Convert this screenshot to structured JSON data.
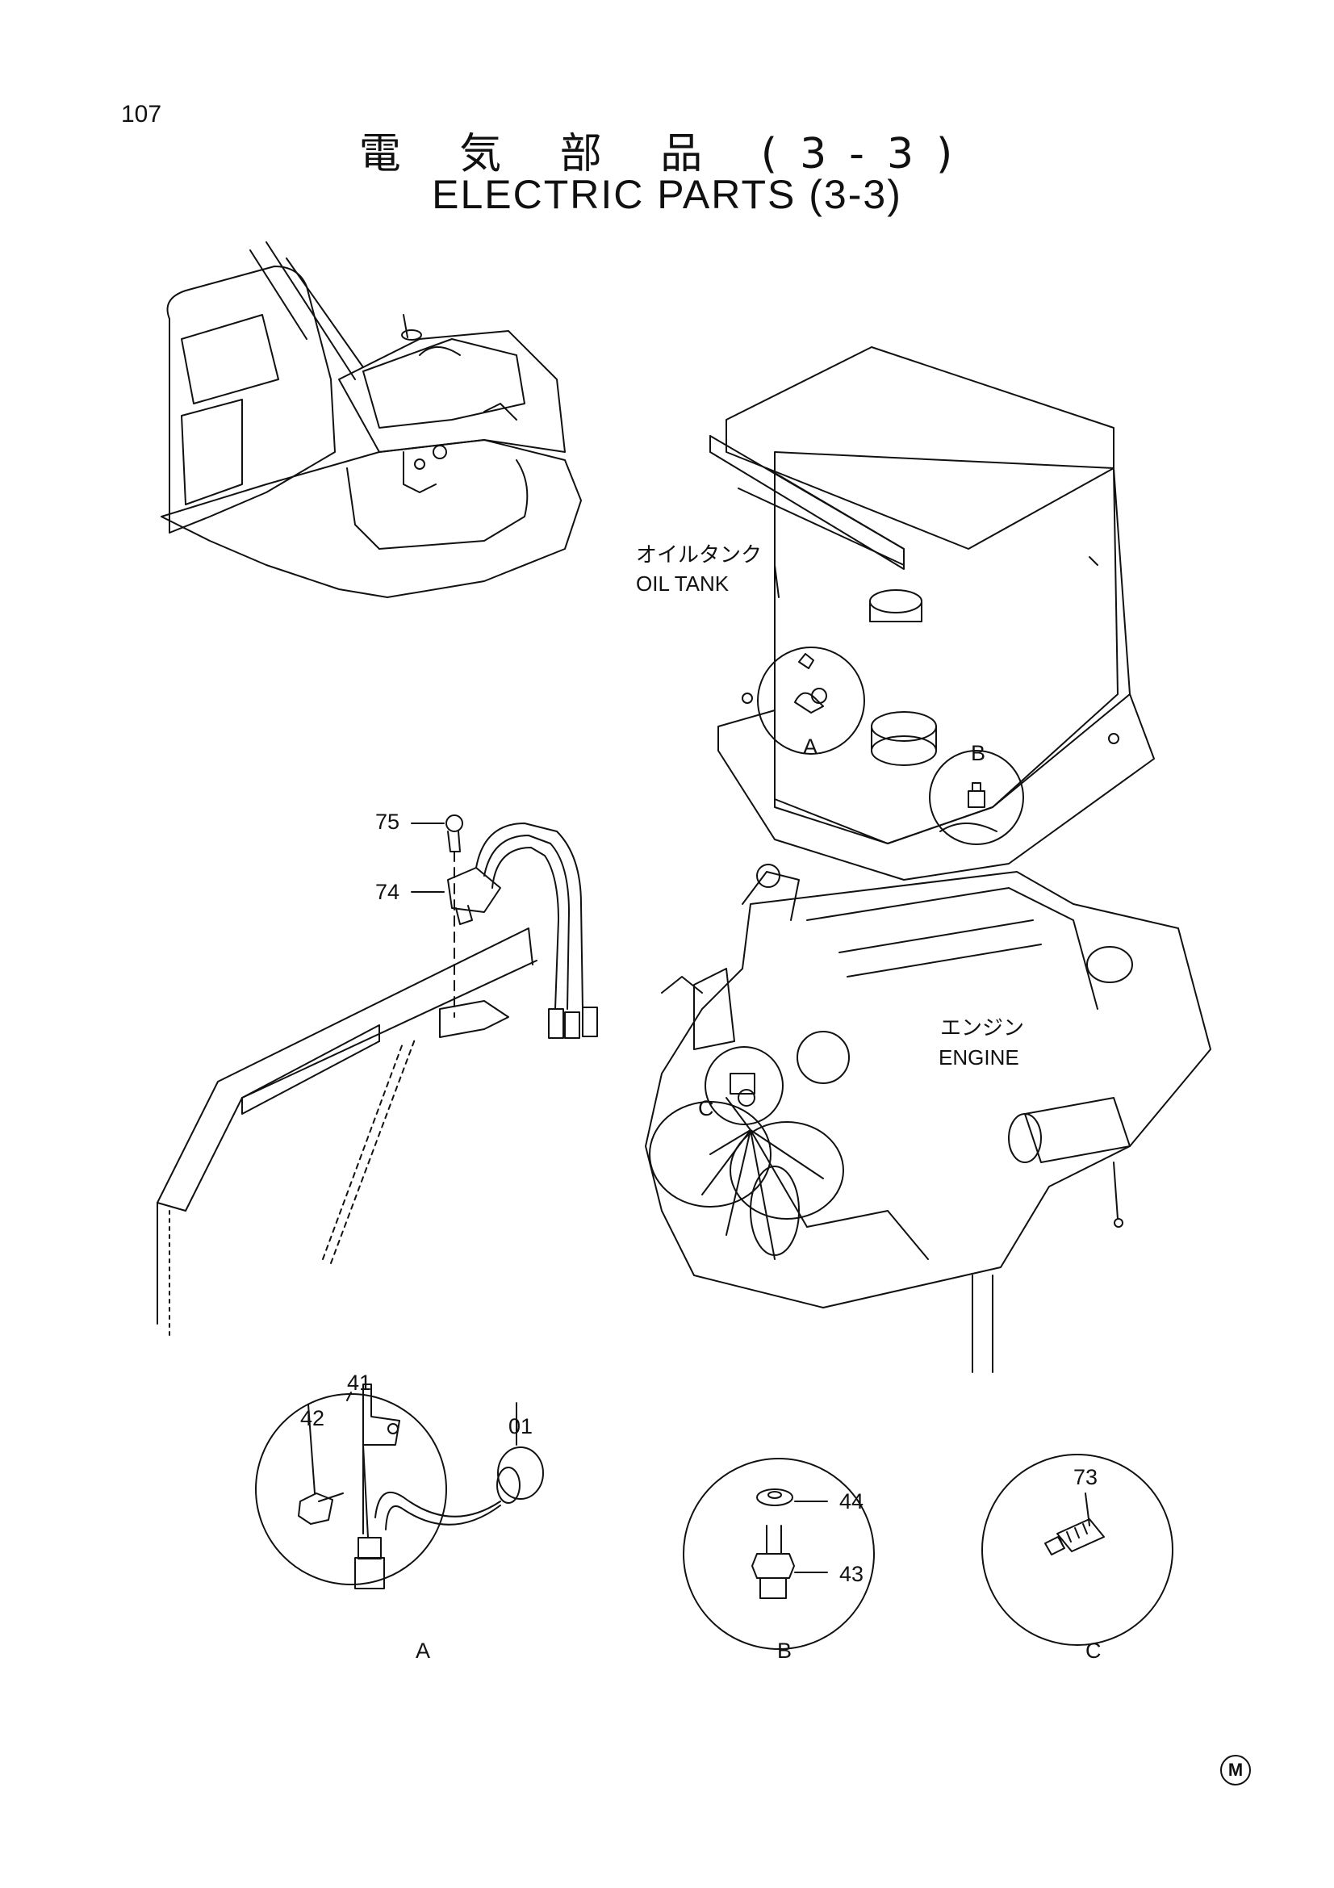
{
  "page": {
    "number": "107",
    "logo_letter": "M"
  },
  "title": {
    "japanese": "電 気 部 品 (3-3)",
    "english": "ELECTRIC PARTS (3-3)"
  },
  "callouts": {
    "oil_tank_jp": "オイルタンク",
    "oil_tank_en": "OIL TANK",
    "engine_jp": "エンジン",
    "engine_en": "ENGINE",
    "detail_a": "A",
    "detail_b": "B",
    "detail_c": "C"
  },
  "part_numbers": {
    "p75": "75",
    "p74": "74",
    "p41": "41",
    "p42": "42",
    "p01": "01",
    "p44": "44",
    "p43": "43",
    "p73": "73"
  }
}
